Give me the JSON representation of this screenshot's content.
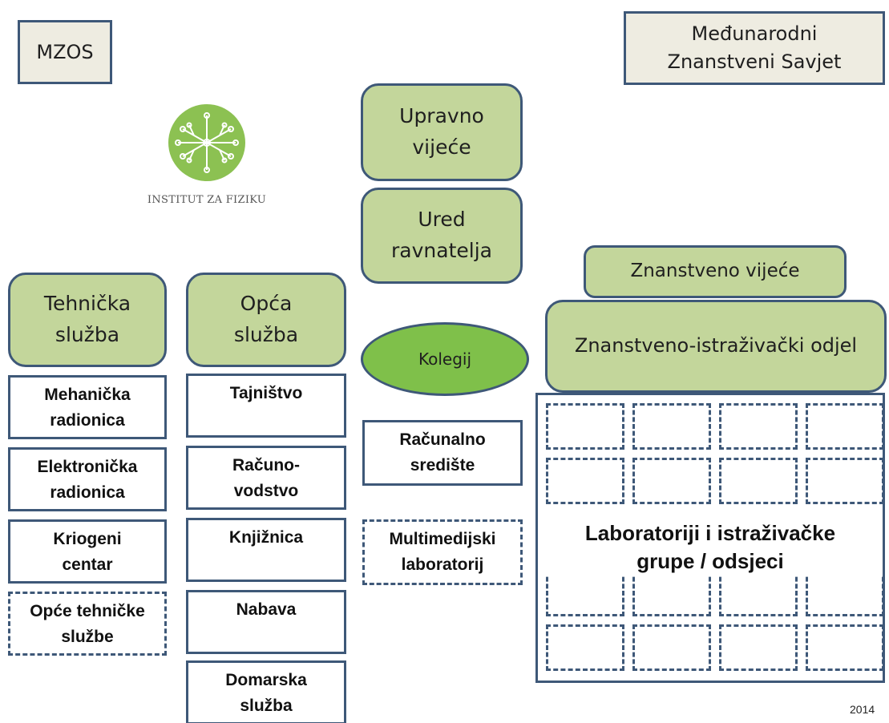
{
  "top": {
    "mzos": "MZOS",
    "international_council": "Međunarodni\nZnanstveni Savjet"
  },
  "logo": {
    "text": "INSTITUT ZA FIZIKU",
    "icon": "institute-logo-icon",
    "color": "#8cc152"
  },
  "center": {
    "governing_board": "Upravno\nvijeće",
    "director_office": "Ured\nravnatelja",
    "collegium": "Kolegij",
    "computing_center": "Računalno\nsredište",
    "multimedia_lab": "Multimedijski\nlaboratorij"
  },
  "technical": {
    "title": "Tehnička\nslužba",
    "items": [
      "Mehanička\nradionica",
      "Elektronička\nradionica",
      "Kriogeni\ncentar",
      "Opće tehničke\nslužbe"
    ]
  },
  "general": {
    "title": "Opća\nslužba",
    "items": [
      "Tajništvo",
      "Računo-\nvodstvo",
      "Knjižnica",
      "Nabava",
      "Domarska\nslužba"
    ]
  },
  "science": {
    "council": "Znanstveno vijeće",
    "department": "Znanstveno-istraživački odjel",
    "labs": "Laboratoriji i istraživačke\ngrupe / odsjeci"
  },
  "year": "2014",
  "colors": {
    "border": "#3e5878",
    "green": "#c3d69b",
    "ellipse": "#7fc04a",
    "beige": "#eeece1"
  }
}
